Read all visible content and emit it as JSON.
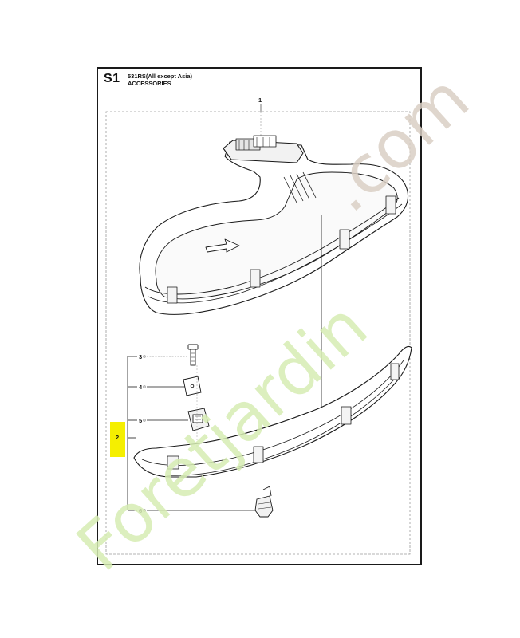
{
  "header": {
    "section_code": "S1",
    "model": "531RS(All except Asia)",
    "title": "ACCESSORIES"
  },
  "callouts": [
    {
      "id": "1",
      "label": "1"
    },
    {
      "id": "2",
      "label": "2",
      "highlight": true
    },
    {
      "id": "3",
      "label": "3"
    },
    {
      "id": "4",
      "label": "4"
    },
    {
      "id": "5",
      "label": "5"
    },
    {
      "id": "6",
      "label": "6"
    }
  ],
  "watermark": {
    "text_green": "Foretjardin",
    "text_brown": ".com",
    "color_green": "#d6ecb3",
    "color_brown": "#d9cfc4"
  },
  "colors": {
    "highlight": "#f5ef00",
    "line": "#1a1a1a",
    "dashed": "#9a9a9a"
  }
}
